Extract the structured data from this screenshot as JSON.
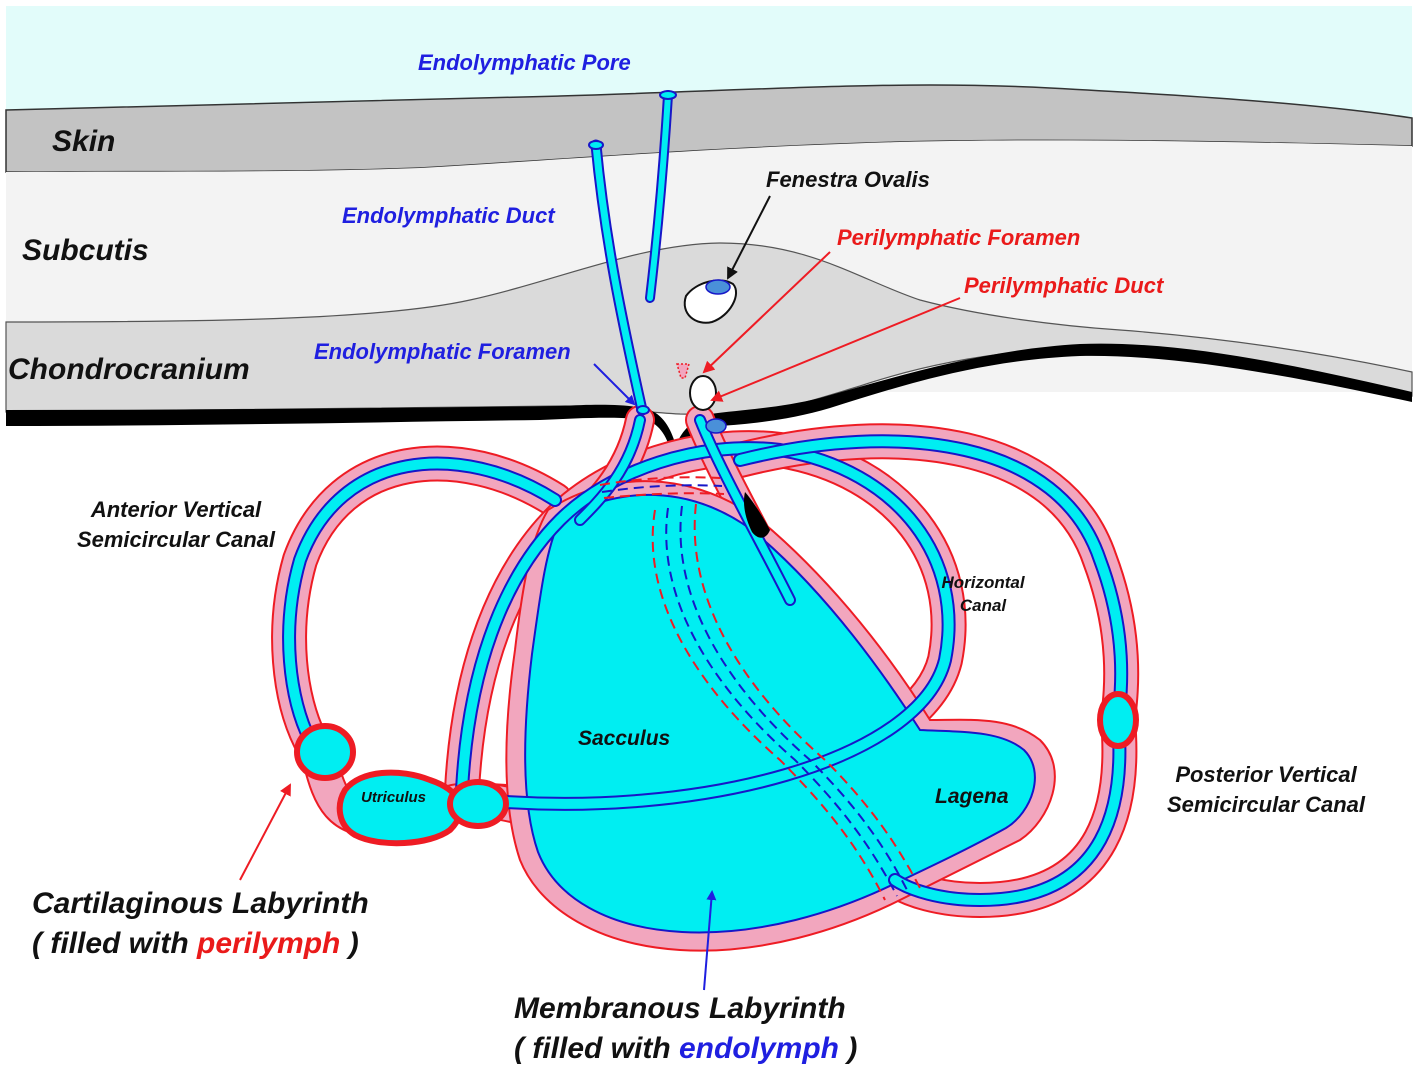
{
  "layers": {
    "skin": "Skin",
    "subcutis": "Subcutis",
    "chondrocranium": "Chondrocranium"
  },
  "labels": {
    "endolymphatic_pore": "Endolymphatic Pore",
    "endolymphatic_duct": "Endolymphatic Duct",
    "endolymphatic_foramen": "Endolymphatic Foramen",
    "fenestra_ovalis": "Fenestra Ovalis",
    "perilymphatic_foramen": "Perilymphatic Foramen",
    "perilymphatic_duct": "Perilymphatic Duct",
    "anterior_canal_line1": "Anterior Vertical",
    "anterior_canal_line2": "Semicircular Canal",
    "horizontal_canal_line1": "Horizontal",
    "horizontal_canal_line2": "Canal",
    "posterior_canal_line1": "Posterior Vertical",
    "posterior_canal_line2": "Semicircular Canal",
    "sacculus": "Sacculus",
    "utriculus": "Utriculus",
    "lagena": "Lagena"
  },
  "cartilaginous": {
    "title": "Cartilaginous Labyrinth",
    "prefix": "( filled with ",
    "highlight": "perilymph",
    "suffix": " )"
  },
  "membranous": {
    "title": "Membranous Labyrinth",
    "prefix": "( filled with ",
    "highlight": "endolymph",
    "suffix": " )"
  },
  "colors": {
    "water": "#e2fcfa",
    "skin": "#c3c3c3",
    "subcutis": "#f3f3f3",
    "chondrocranium": "#dadada",
    "bone_line": "#000000",
    "perilymph": "#f2a6be",
    "perilymph_edge": "#ee1c24",
    "endolymph": "#00eef2",
    "endolymph_edge": "#1717c8",
    "label_blue": "#1f1fe0",
    "label_red": "#ea1a1a"
  }
}
